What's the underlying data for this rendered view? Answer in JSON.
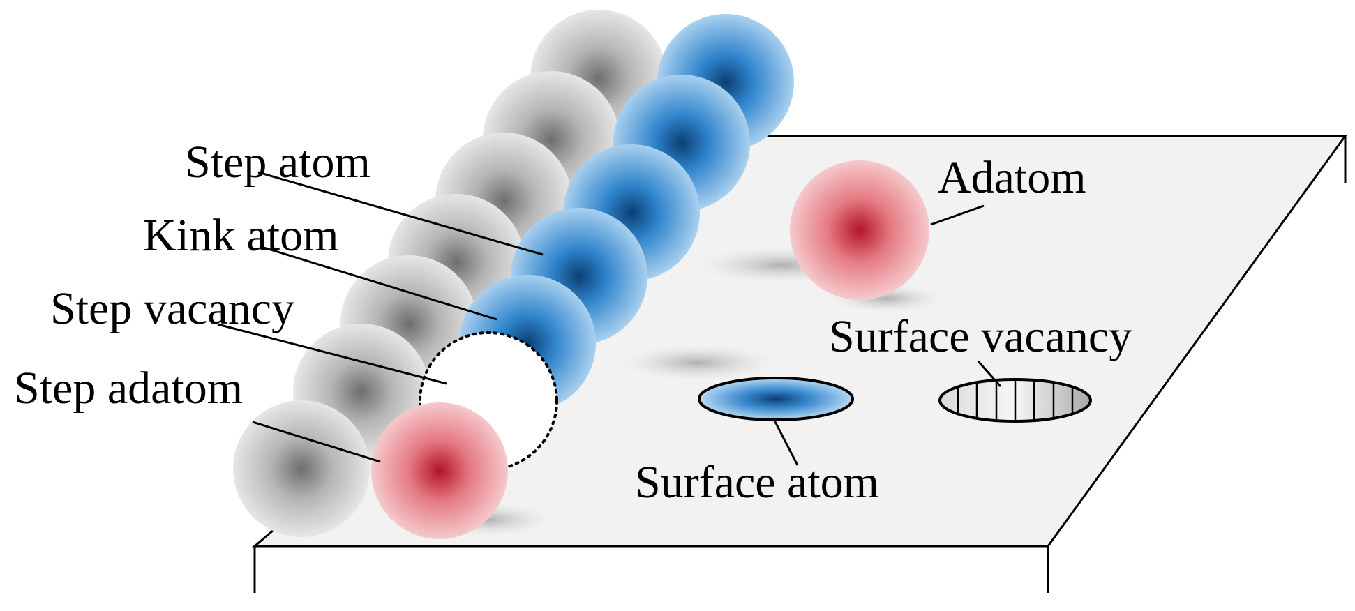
{
  "labels": {
    "step_atom": "Step atom",
    "kink_atom": "Kink atom",
    "step_vacancy": "Step vacancy",
    "step_adatom": "Step adatom",
    "adatom": "Adatom",
    "surface_vacancy": "Surface vacancy",
    "surface_atom": "Surface atom"
  },
  "colors": {
    "background": "#ffffff",
    "terrace_fill": "#f2f2f2",
    "outline": "#000000",
    "step_atom_blue": "#1f78c6",
    "adatom_red": "#cf2a3a",
    "lower_row_gray": "#7a7a7a"
  }
}
